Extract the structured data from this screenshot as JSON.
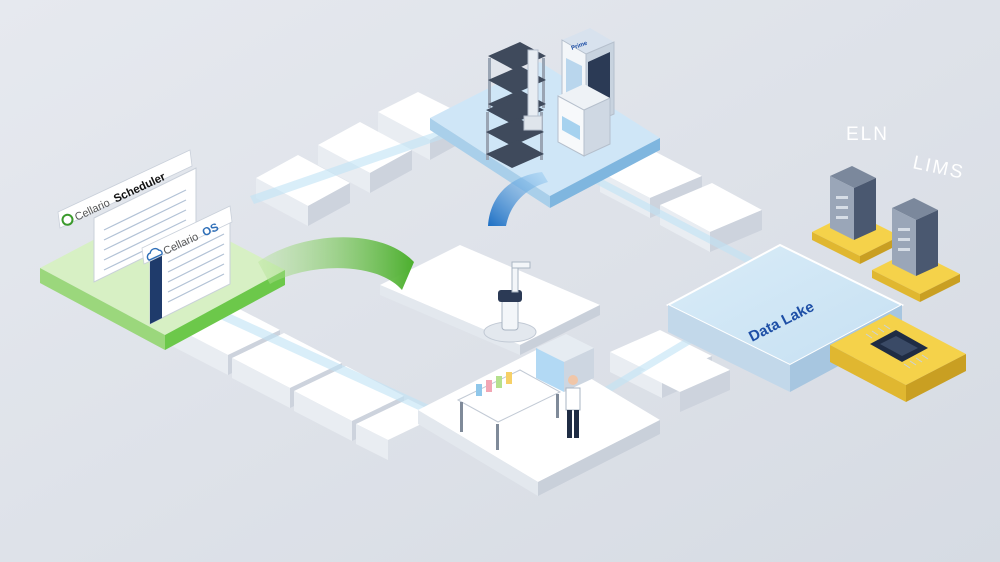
{
  "labels": {
    "scheduler_prefix": "Cellario",
    "scheduler_name": "Scheduler",
    "os_prefix": "Cellario",
    "os_name": "OS",
    "eln": "ELN",
    "lims": "LIMS",
    "data_lake": "Data Lake",
    "instrument_brand": "Prime"
  },
  "colors": {
    "background": "#dfe3ea",
    "tile_top": "#ffffff",
    "tile_side": "#d4d9e2",
    "tube_blue": "#bfe2f5",
    "green_platform": "#d7f0c4",
    "green_edge": "#6cc84a",
    "blue_platform": "#cfe6f7",
    "data_lake_text": "#1e4fa6",
    "server_dark": "#4a5870",
    "yellow_base": "#f5d24a",
    "arrow_green": "#5cb83c",
    "arrow_blue": "#3b8fd9"
  },
  "icons": [
    "cellario-logo-icon",
    "cloud-icon",
    "server-icon",
    "chip-icon",
    "robot-arm-icon",
    "scientist-icon"
  ]
}
